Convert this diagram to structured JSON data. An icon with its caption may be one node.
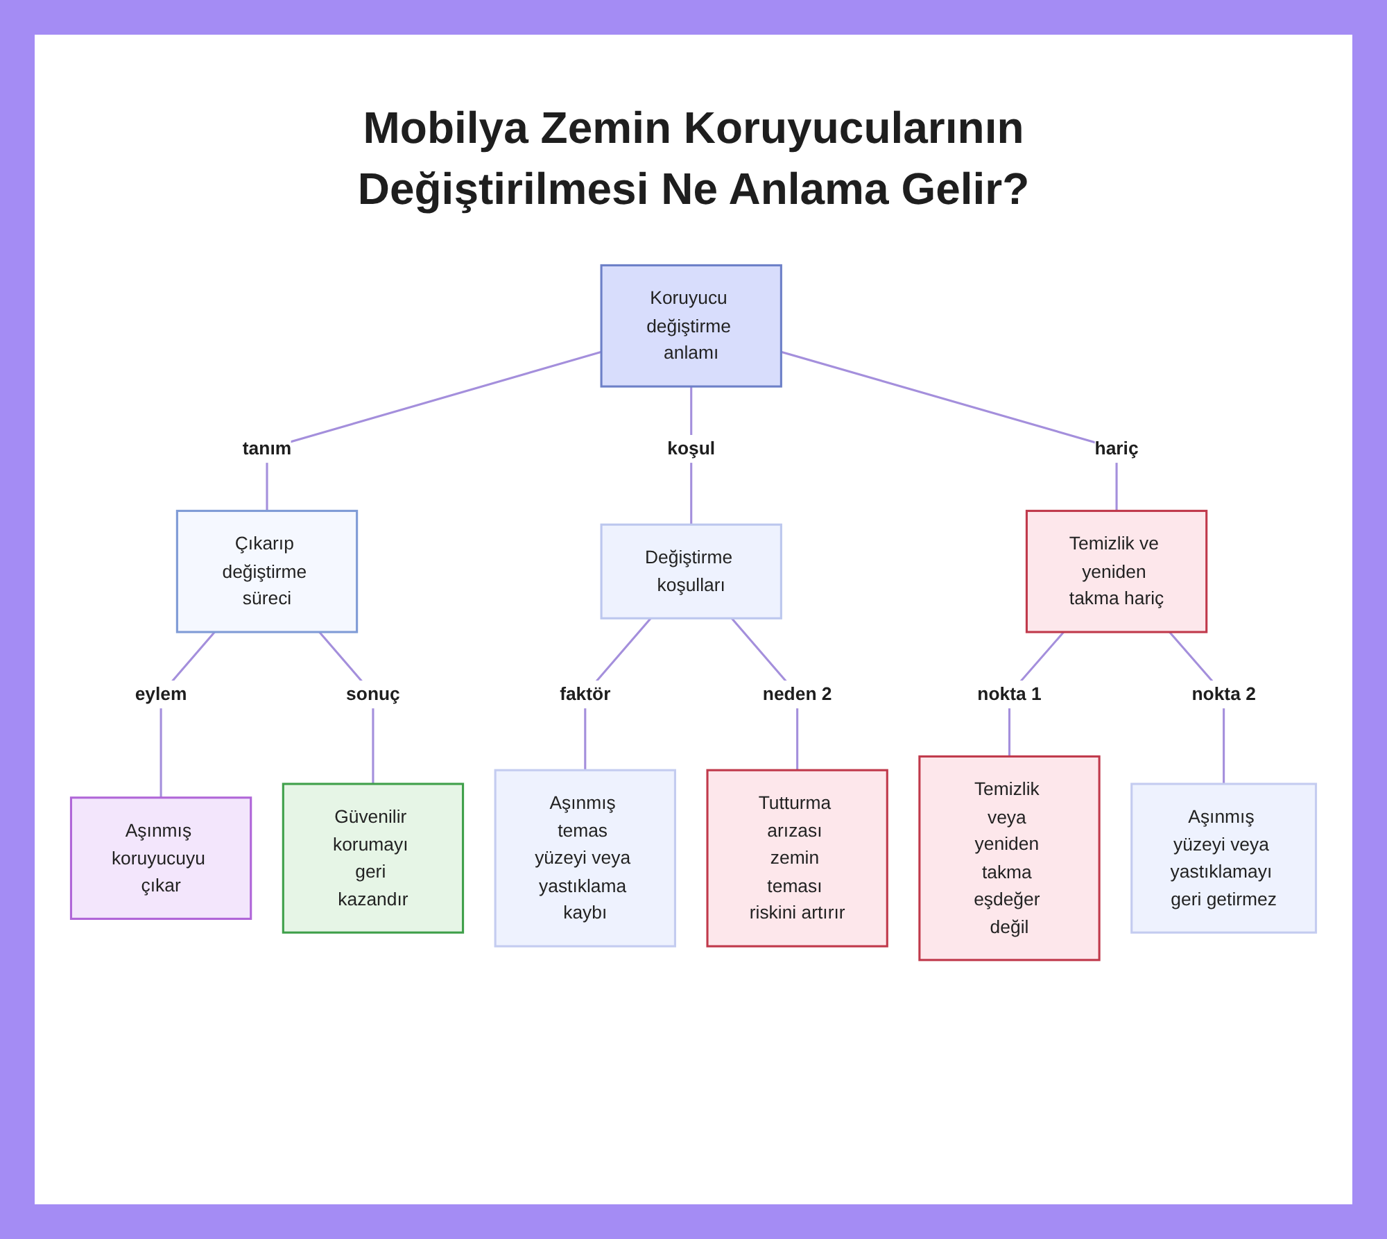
{
  "diagram": {
    "title": "Mobilya Zemin Koruyucularının Değiştirilmesi Ne Anlama Gelir?",
    "nodes": [
      {
        "text": [
          "Koruyucu değiştirme anlamı"
        ]
      },
      {
        "text": [
          "Çıkarıp değiştirme süreci"
        ]
      },
      {
        "text": [
          "Değiştirme koşulları"
        ]
      },
      {
        "text": [
          "Temizlik ve yeniden takma hariç"
        ]
      },
      {
        "text": [
          "Aşınmış koruyucuyu çıkar"
        ]
      },
      {
        "text": [
          "Güvenilir korumayı geri kazandır"
        ]
      },
      {
        "text": [
          "Aşınmış temas yüzeyi veya yastıklama kaybı"
        ]
      },
      {
        "text": [
          "Tutturma arızası zemin teması riskini artırır"
        ]
      },
      {
        "text": [
          "Temizlik veya yeniden takma eşdeğer değil"
        ]
      },
      {
        "text": [
          "Aşınmış yüzeyi veya yastıklamayı geri getirmez"
        ]
      }
    ],
    "edges": [
      {
        "from": 0,
        "to": 1,
        "arrow": "none",
        "label": "tanım"
      },
      {
        "from": 0,
        "to": 2,
        "arrow": "none",
        "label": "koşul"
      },
      {
        "from": 0,
        "to": 3,
        "arrow": "none",
        "label": "hariç"
      },
      {
        "from": 1,
        "to": 4,
        "arrow": "none",
        "label": "eylem"
      },
      {
        "from": 1,
        "to": 5,
        "arrow": "none",
        "label": "sonuç"
      },
      {
        "from": 2,
        "to": 6,
        "arrow": "none",
        "label": "faktör"
      },
      {
        "from": 2,
        "to": 7,
        "arrow": "none",
        "label": "neden 2"
      },
      {
        "from": 3,
        "to": 8,
        "arrow": "none",
        "label": "nokta 1"
      },
      {
        "from": 3,
        "to": 9,
        "arrow": "none",
        "label": "nokta 2"
      }
    ]
  }
}
